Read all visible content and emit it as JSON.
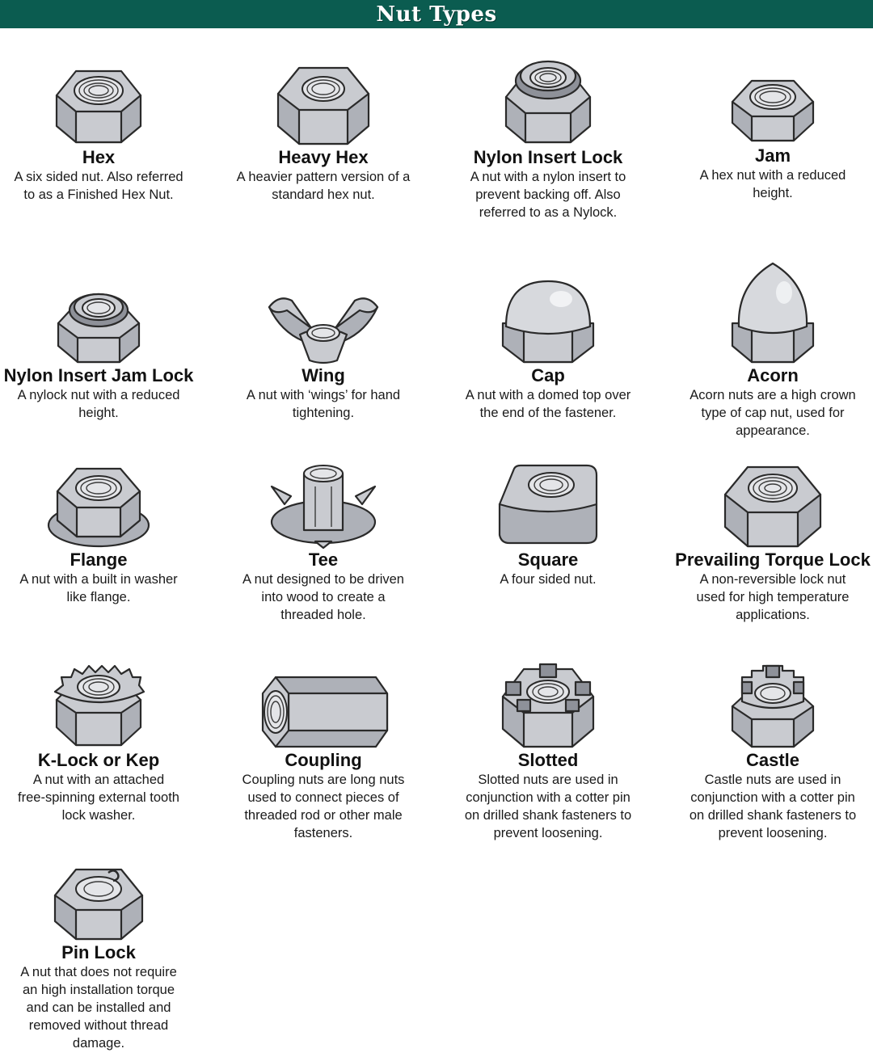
{
  "title": "Nut Types",
  "items": [
    {
      "name": "Hex",
      "desc": "A six sided nut.  Also referred\nto as a Finished Hex Nut.",
      "icon": "hex-nut-icon"
    },
    {
      "name": "Heavy Hex",
      "desc": "A heavier pattern version of a\nstandard hex nut.",
      "icon": "heavy-hex-nut-icon"
    },
    {
      "name": "Nylon Insert Lock",
      "desc": "A nut with a nylon insert to\nprevent backing off. Also\nreferred to as a Nylock.",
      "icon": "nylon-insert-lock-nut-icon"
    },
    {
      "name": "Jam",
      "desc": "A hex nut with a reduced\nheight.",
      "icon": "jam-nut-icon"
    },
    {
      "name": "Nylon Insert Jam Lock",
      "desc": "A nylock nut with a reduced\nheight.",
      "icon": "nylon-insert-jam-lock-nut-icon"
    },
    {
      "name": "Wing",
      "desc": "A nut with ‘wings’ for hand\ntightening.",
      "icon": "wing-nut-icon"
    },
    {
      "name": "Cap",
      "desc": "A nut with a domed top over\nthe end of the fastener.",
      "icon": "cap-nut-icon"
    },
    {
      "name": "Acorn",
      "desc": "Acorn nuts are a high crown\ntype of cap nut, used for\nappearance.",
      "icon": "acorn-nut-icon"
    },
    {
      "name": "Flange",
      "desc": "A nut with a built in washer\nlike flange.",
      "icon": "flange-nut-icon"
    },
    {
      "name": "Tee",
      "desc": "A nut designed to be driven\ninto wood to create a\nthreaded hole.",
      "icon": "tee-nut-icon"
    },
    {
      "name": "Square",
      "desc": "A four sided nut.",
      "icon": "square-nut-icon"
    },
    {
      "name": "Prevailing Torque Lock",
      "desc": "A non-reversible lock nut\nused for high temperature\napplications.",
      "icon": "prevailing-torque-lock-nut-icon"
    },
    {
      "name": "K-Lock or Kep",
      "desc": "A nut with an attached\nfree-spinning external tooth\nlock washer.",
      "icon": "k-lock-nut-icon"
    },
    {
      "name": "Coupling",
      "desc": "Coupling nuts are long nuts\nused to connect pieces of\nthreaded rod or other male\nfasteners.",
      "icon": "coupling-nut-icon"
    },
    {
      "name": "Slotted",
      "desc": "Slotted nuts are used in\nconjunction with a cotter pin\non drilled shank fasteners to\nprevent loosening.",
      "icon": "slotted-nut-icon"
    },
    {
      "name": "Castle",
      "desc": "Castle nuts are used in\nconjunction with a cotter pin\non drilled shank fasteners to\nprevent loosening.",
      "icon": "castle-nut-icon"
    },
    {
      "name": "Pin Lock",
      "desc": "A nut that does not require\nan high installation torque\nand can be installed and\nremoved without thread\ndamage.",
      "icon": "pin-lock-nut-icon"
    }
  ]
}
